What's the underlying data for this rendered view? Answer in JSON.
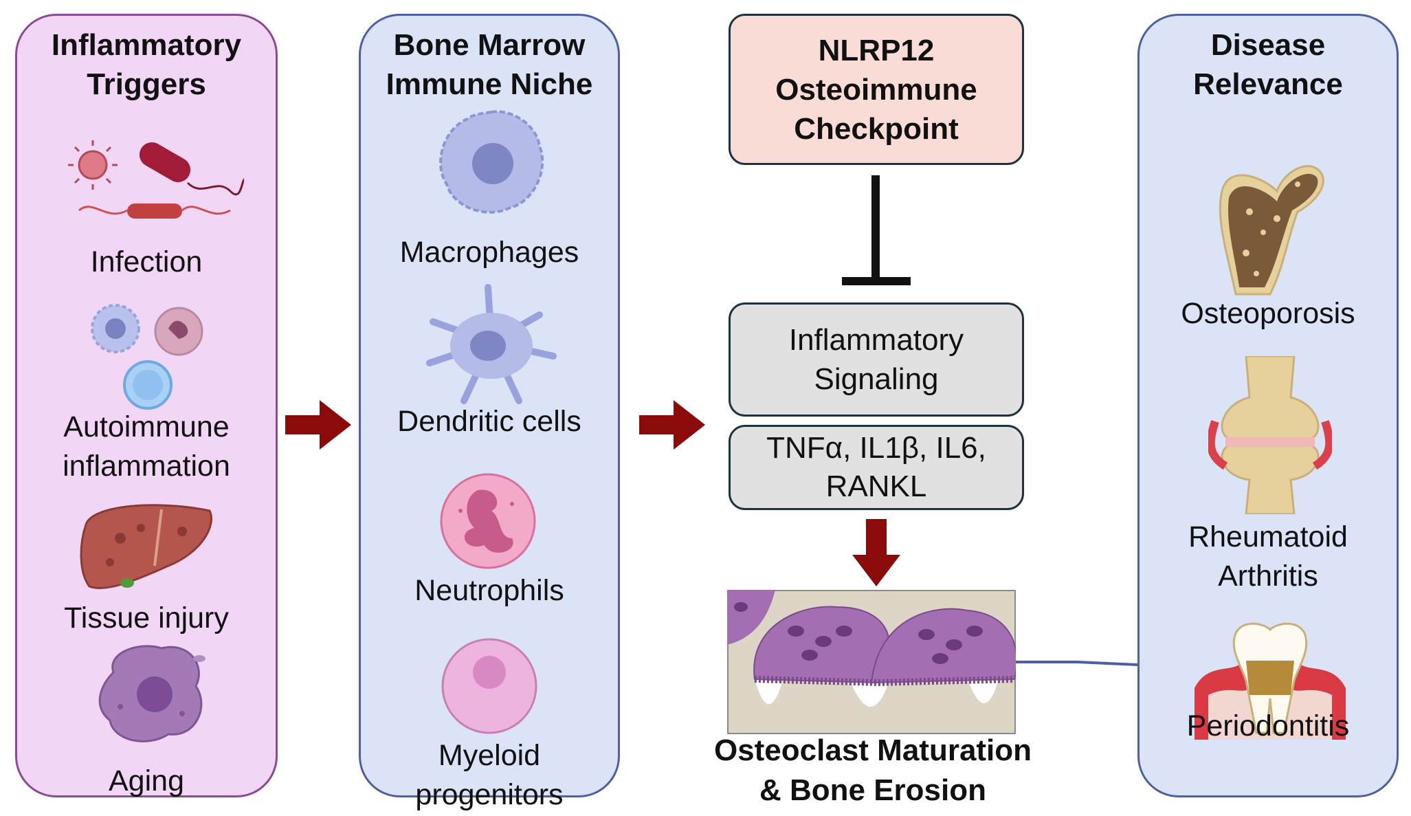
{
  "triggers": {
    "title": [
      "Inflammatory",
      "Triggers"
    ],
    "items": [
      {
        "label": [
          "Infection"
        ],
        "icon": "bacteria-virus-icon"
      },
      {
        "label": [
          "Autoimmune",
          "inflammation"
        ],
        "icon": "immune-cells-icon"
      },
      {
        "label": [
          "Tissue injury"
        ],
        "icon": "liver-icon"
      },
      {
        "label": [
          "Aging"
        ],
        "icon": "senescent-cell-icon"
      }
    ]
  },
  "niche": {
    "title": [
      "Bone Marrow",
      "Immune Niche"
    ],
    "items": [
      {
        "label": [
          "Macrophages"
        ],
        "icon": "macrophage-icon"
      },
      {
        "label": [
          "Dendritic cells"
        ],
        "icon": "dendritic-cell-icon"
      },
      {
        "label": [
          "Neutrophils"
        ],
        "icon": "neutrophil-icon"
      },
      {
        "label": [
          "Myeloid",
          "progenitors"
        ],
        "icon": "myeloid-progenitor-icon"
      }
    ]
  },
  "pathway": {
    "checkpoint": [
      "NLRP12",
      "Osteoimmune",
      "Checkpoint"
    ],
    "signaling": [
      "Inflammatory",
      "Signaling"
    ],
    "cytokines": [
      "TNFα, IL1β, IL6,",
      "RANKL"
    ],
    "outcome": [
      "Osteoclast Maturation",
      "& Bone Erosion"
    ]
  },
  "disease": {
    "title": [
      "Disease",
      "Relevance"
    ],
    "items": [
      {
        "label": [
          "Osteoporosis"
        ],
        "icon": "femur-bone-icon"
      },
      {
        "label": [
          "Rheumatoid",
          "Arthritis"
        ],
        "icon": "arthritic-joint-icon"
      },
      {
        "label": [
          "Periodontitis"
        ],
        "icon": "tooth-gum-icon"
      }
    ]
  },
  "colors": {
    "arrow": "#8b0a0a",
    "triggers_bg": "#f2d6f5",
    "triggers_border": "#8a4a98",
    "blue_bg": "#dbe3f7",
    "blue_border": "#4f5fa5",
    "checkpoint_bg": "#f9dcd6",
    "signal_bg": "#e1e1e1"
  }
}
